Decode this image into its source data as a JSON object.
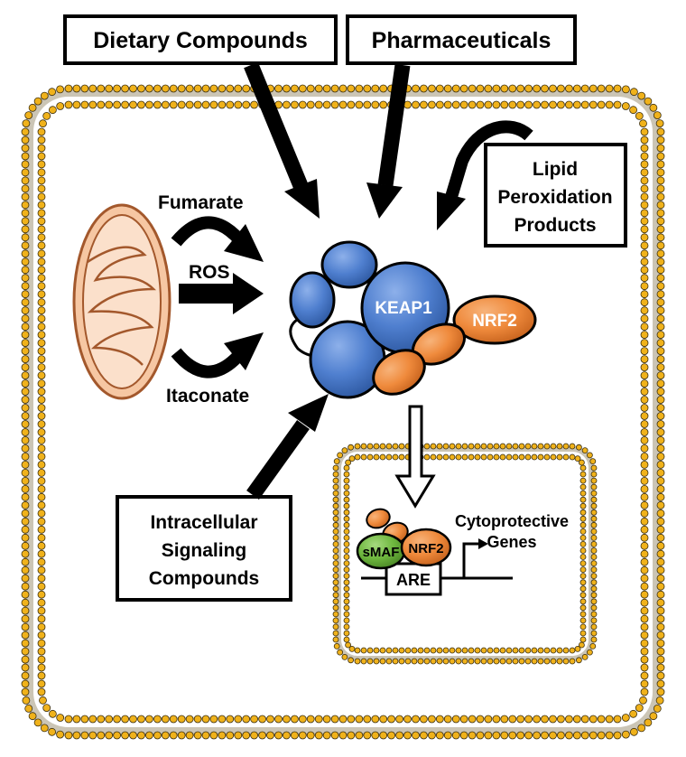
{
  "colors": {
    "membrane_head": "#f0b21b",
    "membrane_tail": "#6b5a2a",
    "keap1_blue": "#4f7fcf",
    "nrf2_orange": "#ef8a3c",
    "smaf_green": "#6fb83f",
    "mitochondrion_fill": "#f6c7a3",
    "mitochondrion_stroke": "#a3582c"
  },
  "icons": [
    "mitochondrion-icon",
    "keap1-nrf2-complex-icon",
    "cell-membrane-icon",
    "nuclear-membrane-icon"
  ],
  "inputs": {
    "dietary": "Dietary Compounds",
    "pharma": "Pharmaceuticals",
    "lipid": [
      "Lipid",
      "Peroxidation",
      "Products"
    ],
    "intracellular": [
      "Intracellular",
      "Signaling",
      "Compounds"
    ]
  },
  "mito_labels": {
    "fumarate": "Fumarate",
    "ros": "ROS",
    "itaconate": "Itaconate"
  },
  "complex": {
    "keap1": "KEAP1",
    "nrf2": "NRF2"
  },
  "nucleus": {
    "smaf": "sMAF",
    "nrf2": "NRF2",
    "are": "ARE",
    "genes": [
      "Cytoprotective",
      "Genes"
    ]
  }
}
